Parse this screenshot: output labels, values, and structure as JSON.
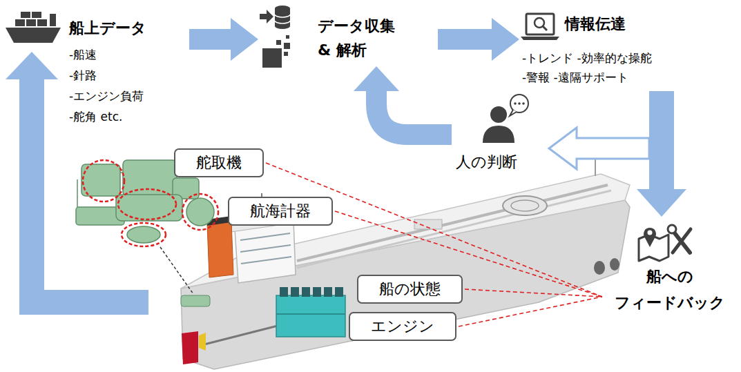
{
  "diagram": {
    "nodes": [
      {
        "text": [
          "船上データ",
          "-船速",
          "-針路",
          "-エンジン負荷",
          "-舵角 etc."
        ]
      },
      {
        "text": [
          "データ収集 & 解析"
        ]
      },
      {
        "text": [
          "情報伝達",
          "-トレンド -効率的な操舵",
          "-警報 -遠隔サポート"
        ]
      },
      {
        "text": [
          "人の判断"
        ]
      },
      {
        "text": [
          "舵取機"
        ]
      },
      {
        "text": [
          "航海計器"
        ]
      },
      {
        "text": [
          "船の状態"
        ]
      },
      {
        "text": [
          "エンジン"
        ]
      },
      {
        "text": [
          "船への フィードバック"
        ]
      }
    ],
    "edges": [
      {
        "from": 0,
        "to": 1,
        "arrow": "to"
      },
      {
        "from": 1,
        "to": 2,
        "arrow": "to"
      },
      {
        "from": 2,
        "to": 8,
        "arrow": "to"
      },
      {
        "from": 2,
        "to": 3,
        "arrow": "to"
      },
      {
        "from": 3,
        "to": 1,
        "arrow": "to"
      },
      {
        "from": 4,
        "to": 8,
        "arrow": "none"
      },
      {
        "from": 5,
        "to": 8,
        "arrow": "none"
      },
      {
        "from": 6,
        "to": 8,
        "arrow": "none"
      },
      {
        "from": 7,
        "to": 8,
        "arrow": "none"
      }
    ]
  }
}
